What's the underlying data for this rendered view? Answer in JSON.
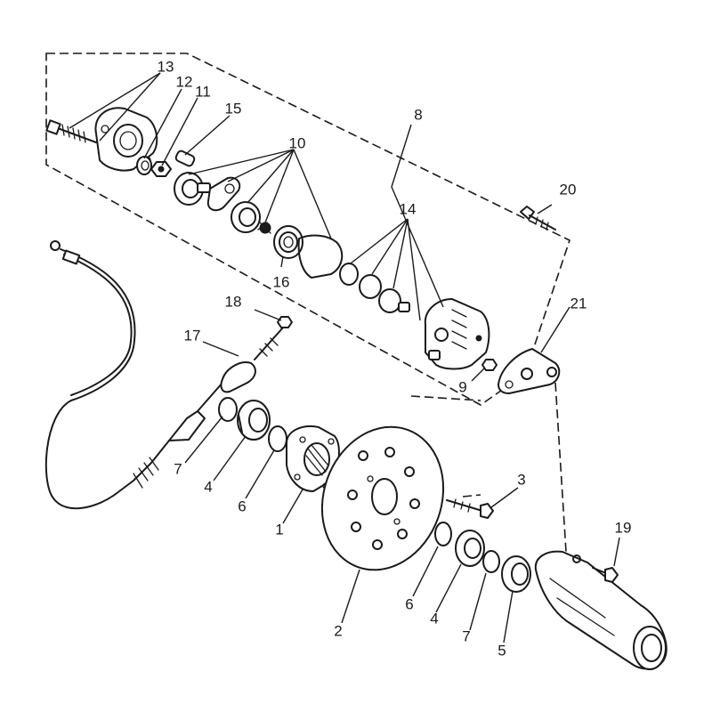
{
  "callouts": {
    "n1": "1",
    "n2": "2",
    "n3": "3",
    "n4a": "4",
    "n4b": "4",
    "n5": "5",
    "n6a": "6",
    "n6b": "6",
    "n7a": "7",
    "n7b": "7",
    "n8": "8",
    "n9": "9",
    "n10": "10",
    "n11": "11",
    "n12": "12",
    "n13": "13",
    "n14": "14",
    "n15": "15",
    "n16": "16",
    "n17": "17",
    "n18": "18",
    "n19": "19",
    "n20": "20",
    "n21": "21"
  },
  "colors": {
    "ink": "#1a1a1a",
    "paper": "#ffffff"
  }
}
